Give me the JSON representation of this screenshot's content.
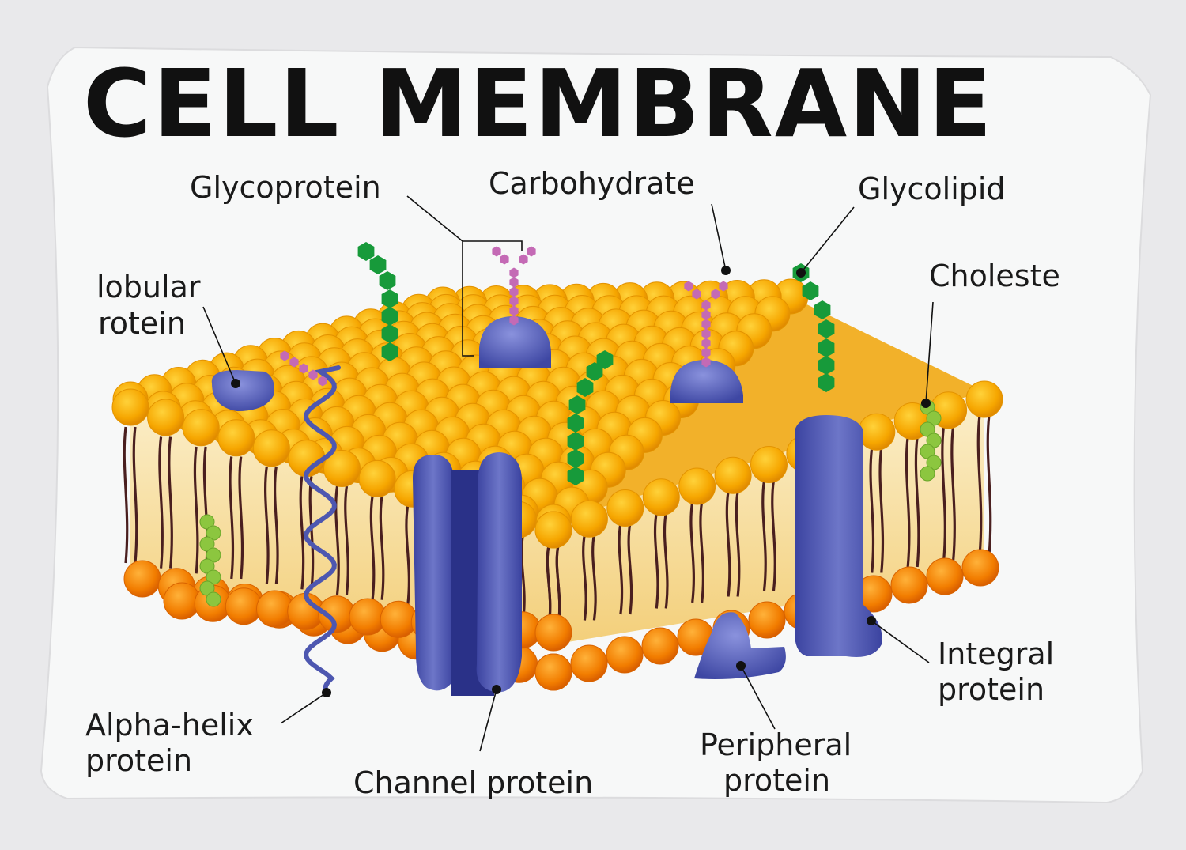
{
  "title": "CELL MEMBRANE",
  "labels": {
    "glycoprotein": "Glycoprotein",
    "carbohydrate": "Carbohydrate",
    "glycolipid": "Glycolipid",
    "globular_1": "lobular",
    "globular_2": "rotein",
    "cholesterol": "Choleste",
    "alpha_1": "Alpha-helix",
    "alpha_2": "protein",
    "channel": "Channel protein",
    "peripheral_1": "Peripheral",
    "peripheral_2": "protein",
    "integral_1": "Integral",
    "integral_2": "protein"
  },
  "colors": {
    "pillow": "#f7f8f8",
    "background": "#e9e9eb",
    "head_top": "#f6a600",
    "head_bottom": "#f07a00",
    "tail": "#4a1f1f",
    "core": "#f6e3b0",
    "protein": "#5a63b5",
    "protein_dark": "#2f3791",
    "carbohydrate": "#c46ab5",
    "glycolipid_chain": "#179a3a",
    "cholesterol": "#8cc63f"
  }
}
